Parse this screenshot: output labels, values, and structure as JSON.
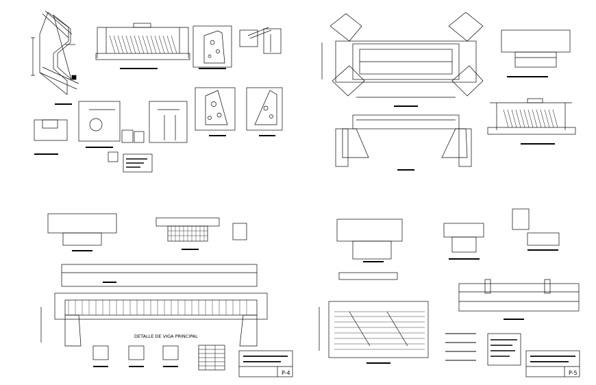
{
  "drawings": {
    "beam_detail_title": "DETALLE DE VIGA PRINCIPAL",
    "sheet_left": "P-4",
    "sheet_right": "P-5"
  },
  "colors": {
    "ink": "#000000",
    "paper": "#ffffff"
  }
}
